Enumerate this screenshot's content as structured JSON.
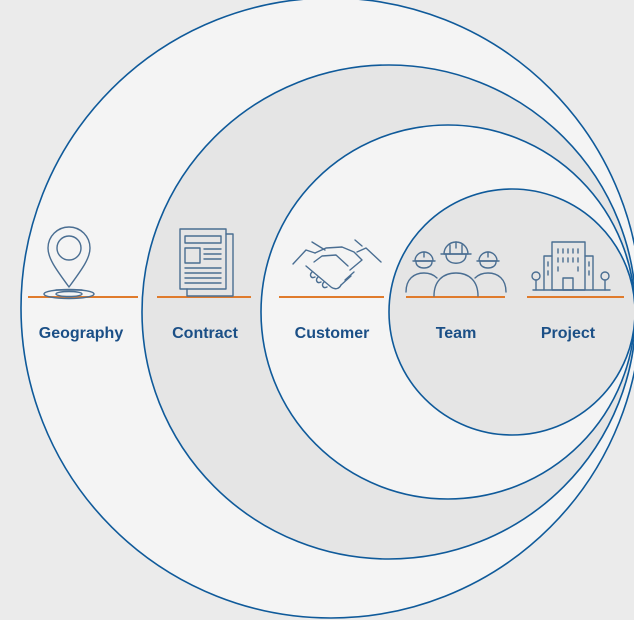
{
  "diagram": {
    "labels": {
      "geography": "Geography",
      "contract": "Contract",
      "customer": "Customer",
      "team": "Team",
      "project": "Project"
    },
    "icons": {
      "geography": "map-pin-icon",
      "contract": "document-icon",
      "customer": "handshake-icon",
      "team": "construction-team-icon",
      "project": "building-icon"
    },
    "colors": {
      "background": "#ebebeb",
      "ring_stroke": "#0f5a9a",
      "ring_fills": [
        "#f4f4f4",
        "#e5e5e5",
        "#f4f4f4",
        "#e5e5e5",
        "#f4f4f4"
      ],
      "accent_line": "#e07b2c",
      "label_text": "#1b4f86",
      "icon_stroke": "#4a6e92"
    }
  }
}
